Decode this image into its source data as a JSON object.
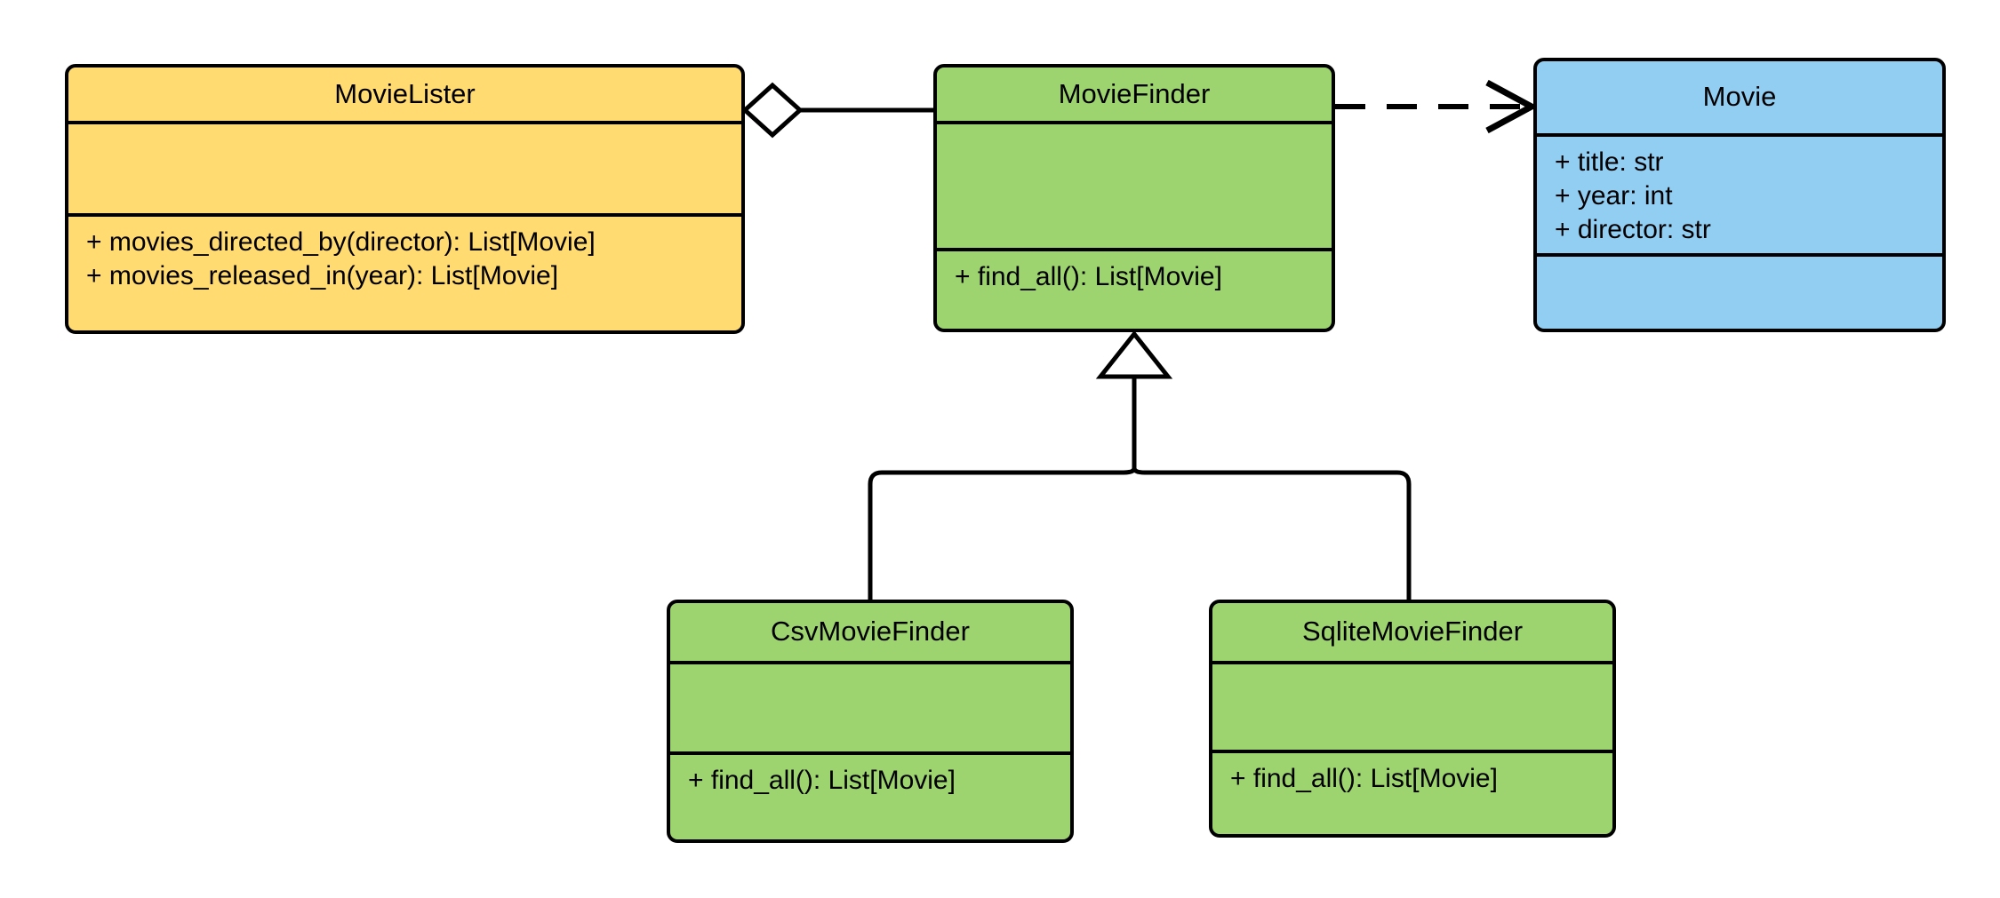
{
  "diagram": {
    "kind": "uml-class-diagram",
    "title": "",
    "background": "#ffffff",
    "line_color": "#000000",
    "palette": {
      "yellow": "#ffdb72",
      "green": "#9ed470",
      "blue": "#92cdf2",
      "stroke": "#000000"
    }
  },
  "classes": {
    "movielister": {
      "name": "MovieLister",
      "color": "#ffdb72",
      "attributes": [],
      "methods": [
        "+ movies_directed_by(director): List[Movie]",
        "+ movies_released_in(year): List[Movie]"
      ]
    },
    "moviefinder": {
      "name": "MovieFinder",
      "color": "#9ed470",
      "attributes": [],
      "methods": [
        "+ find_all(): List[Movie]"
      ]
    },
    "movie": {
      "name": "Movie",
      "color": "#92cdf2",
      "attributes": [
        "+ title: str",
        "+ year: int",
        "+ director: str"
      ],
      "methods": []
    },
    "csvmoviefinder": {
      "name": "CsvMovieFinder",
      "color": "#9ed470",
      "attributes": [],
      "methods": [
        "+ find_all(): List[Movie]"
      ]
    },
    "sqlitemoviefinder": {
      "name": "SqliteMovieFinder",
      "color": "#9ed470",
      "attributes": [],
      "methods": [
        "+ find_all(): List[Movie]"
      ]
    }
  },
  "relationships": [
    {
      "id": "movielister-aggregates-moviefinder",
      "type": "aggregation",
      "source": "MovieLister",
      "target": "MovieFinder",
      "line_style": "solid",
      "source_decoration": "hollow-diamond",
      "target_decoration": "none",
      "label": ""
    },
    {
      "id": "moviefinder-depends-movie",
      "type": "dependency",
      "source": "MovieFinder",
      "target": "Movie",
      "line_style": "dashed",
      "source_decoration": "none",
      "target_decoration": "open-arrow",
      "label": ""
    },
    {
      "id": "csvmoviefinder-inherits-moviefinder",
      "type": "generalization",
      "source": "CsvMovieFinder",
      "target": "MovieFinder",
      "line_style": "solid",
      "source_decoration": "none",
      "target_decoration": "hollow-triangle",
      "label": ""
    },
    {
      "id": "sqlitemoviefinder-inherits-moviefinder",
      "type": "generalization",
      "source": "SqliteMovieFinder",
      "target": "MovieFinder",
      "line_style": "solid",
      "source_decoration": "none",
      "target_decoration": "hollow-triangle",
      "label": ""
    }
  ]
}
